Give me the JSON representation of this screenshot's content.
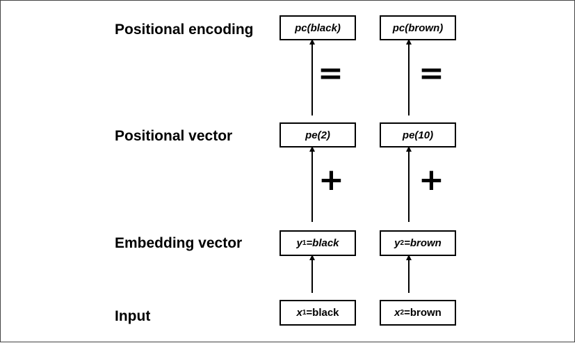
{
  "rows": {
    "positional_encoding": "Positional encoding",
    "positional_vector": "Positional vector",
    "embedding_vector": "Embedding vector",
    "input": "Input"
  },
  "left": {
    "encoding": "pc(black)",
    "pe": "pe(2)",
    "emb_var": "y",
    "emb_sub": "1",
    "emb_val": "=black",
    "in_var": "x",
    "in_sub": "1",
    "in_val": "=black"
  },
  "right": {
    "encoding": "pc(brown)",
    "pe": "pe(10)",
    "emb_var": "y",
    "emb_sub": "2",
    "emb_val": "=brown",
    "in_var": "x",
    "in_sub": "2",
    "in_val": "=brown"
  },
  "operators": {
    "equals": "=",
    "plus": "+"
  }
}
